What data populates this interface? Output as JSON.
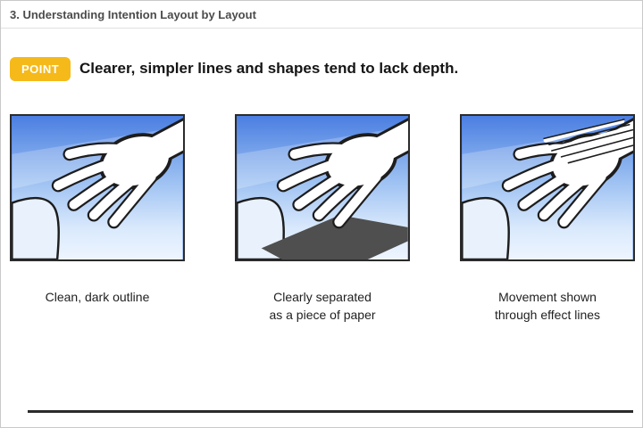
{
  "header": {
    "title": "3. Understanding Intention Layout by Layout"
  },
  "point": {
    "badge_label": "POINT",
    "heading": "Clearer, simpler lines and shapes tend to lack depth."
  },
  "panels": [
    {
      "caption": "Clean, dark outline"
    },
    {
      "caption": "Clearly separated\nas a piece of paper"
    },
    {
      "caption": "Movement shown\nthrough effect lines"
    }
  ],
  "colors": {
    "badge_bg": "#f5b919",
    "badge_text": "#ffffff",
    "panel_border": "#2b2b2b",
    "sky_blue_top": "#4a7ee1",
    "sky_blue_bottom": "#eef5ff",
    "shadow_gray": "#4f4f4f"
  }
}
